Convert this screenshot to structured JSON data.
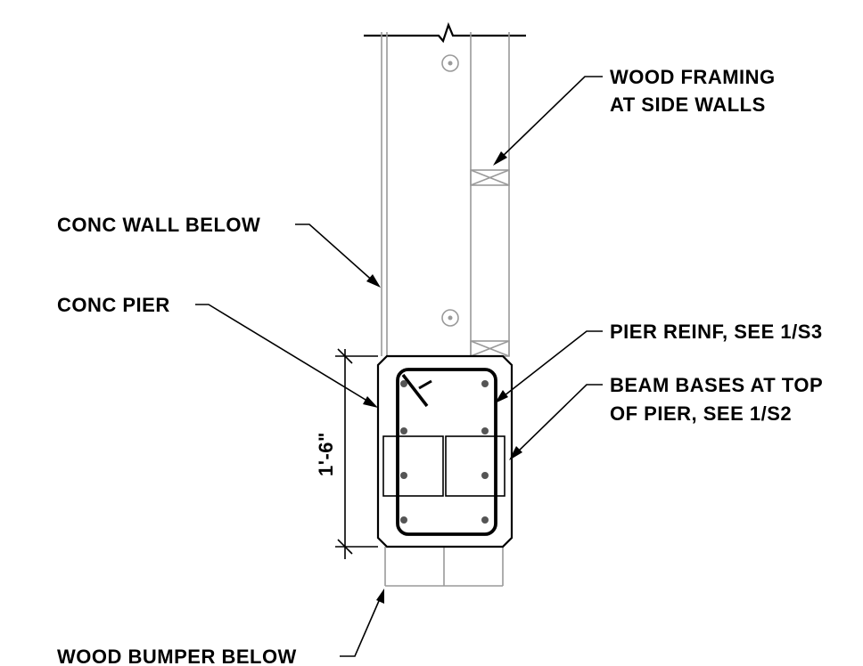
{
  "labels": {
    "wood_framing_line1": "WOOD FRAMING",
    "wood_framing_line2": "AT SIDE WALLS",
    "conc_wall": "CONC WALL BELOW",
    "conc_pier": "CONC PIER",
    "pier_reinf": "PIER REINF, SEE 1/S3",
    "beam_bases_line1": "BEAM BASES AT TOP",
    "beam_bases_line2": "OF PIER, SEE 1/S2",
    "dimension": "1'-6\"",
    "wood_bumper": "WOOD BUMPER BELOW"
  },
  "colors": {
    "ink": "#000000",
    "light_line": "#9a9a9a",
    "rebar_dot": "#555555"
  }
}
